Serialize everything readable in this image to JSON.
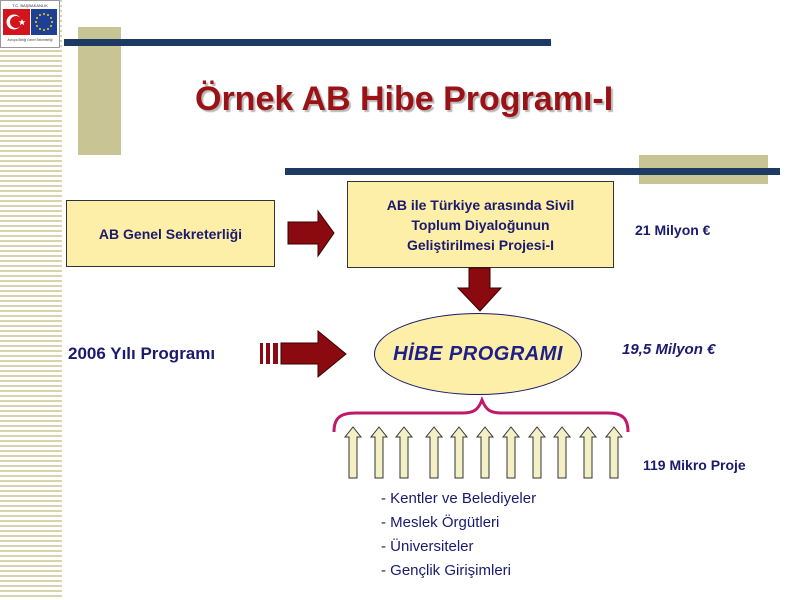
{
  "title": "Örnek AB Hibe Programı-I",
  "logo": {
    "caption": "T.C. BAŞBAKANLIK",
    "subcaption": "Avrupa Birliği Genel Sekreterliği"
  },
  "boxes": {
    "secretariat": "AB Genel Sekreterliği",
    "project": "AB ile Türkiye arasında Sivil Toplum Diyaloğunun Geliştirilmesi Projesi-I"
  },
  "grant_program": "HİBE PROGRAMI",
  "program_year_label": "2006 Yılı Programı",
  "amounts": {
    "project_budget": "21 Milyon €",
    "grant_budget": "19,5 Milyon €",
    "micro_projects": "119 Mikro Proje"
  },
  "beneficiaries": [
    "- Kentler ve Belediyeler",
    "- Meslek Örgütleri",
    "- Üniversiteler",
    "- Gençlik Girişimleri"
  ],
  "colors": {
    "box_fill": "#fdeea8",
    "arrow_fill": "#8b0a0f",
    "title_color": "#9a1216",
    "text_color": "#1a1a6e",
    "brace_color": "#c0186a",
    "small_arrow_fill": "#f3f0c6"
  }
}
